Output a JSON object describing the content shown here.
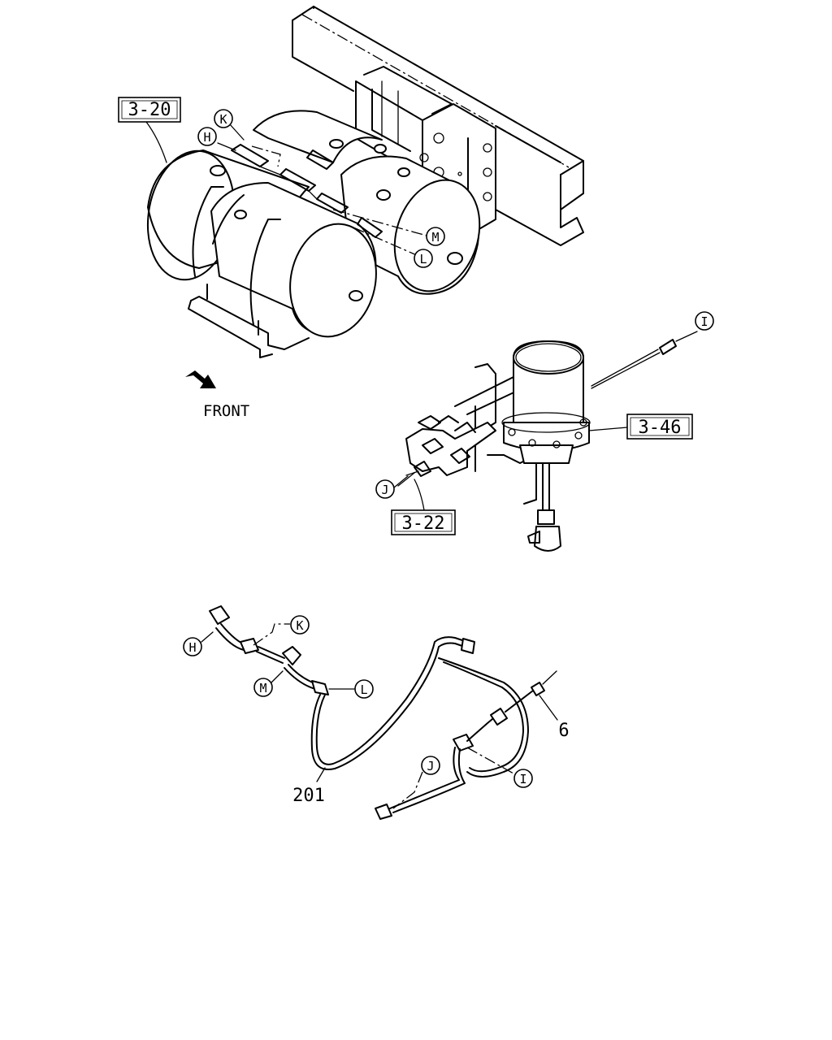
{
  "ref_boxes": {
    "air_tanks": "3-20",
    "air_dryer": "3-46",
    "valve": "3-22"
  },
  "direction_label": "FRONT",
  "callouts_top": {
    "k": "K",
    "h": "H",
    "m": "M",
    "l": "L",
    "i": "I",
    "j": "J"
  },
  "callouts_bottom": {
    "k": "K",
    "h": "H",
    "m": "M",
    "l": "L",
    "i": "I",
    "j": "J"
  },
  "part_numbers": {
    "harness": "201",
    "clip": "6"
  }
}
